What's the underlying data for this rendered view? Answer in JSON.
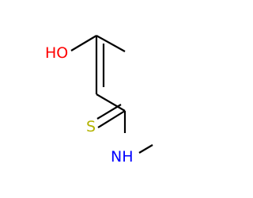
{
  "molecule": {
    "atoms": {
      "oh": {
        "label": "HO",
        "color": "#ff0000"
      },
      "s": {
        "label": "S",
        "color": "#b3b300"
      },
      "nh": {
        "label": "NH",
        "color": "#0000ff"
      }
    },
    "bond_color": "#000000",
    "background": "#ffffff"
  }
}
